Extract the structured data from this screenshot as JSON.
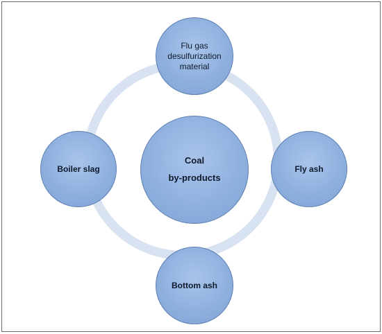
{
  "diagram": {
    "center": "Coal\nby-products",
    "nodes": {
      "top": "Flu gas\ndesulfurization\nmaterial",
      "right": "Fly ash",
      "bottom": "Bottom ash",
      "left": "Boiler slag"
    }
  },
  "colors": {
    "node_fill": "#8fb0df",
    "node_border": "#5b7fb0",
    "ring": "#d8e2f1",
    "frame": "#6b6b6b"
  }
}
